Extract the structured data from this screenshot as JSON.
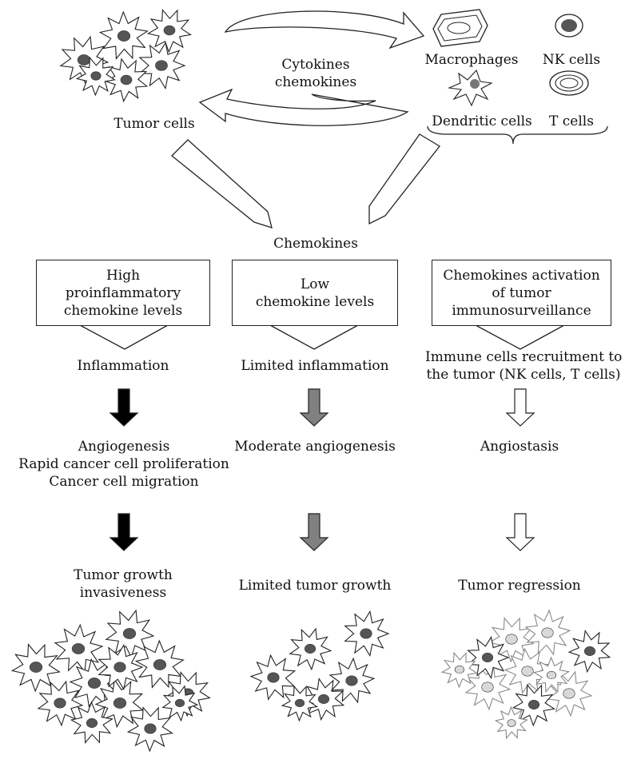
{
  "top": {
    "tumor_cells": "Tumor cells",
    "cytokines_line1": "Cytokines",
    "cytokines_line2": "chemokines",
    "macrophages": "Macrophages",
    "nk_cells": "NK cells",
    "dendritic_cells": "Dendritic cells",
    "t_cells": "T cells",
    "chemokines": "Chemokines"
  },
  "columns": [
    {
      "box_lines": [
        "High",
        "proinflammatory",
        "chemokine levels"
      ],
      "step1_lines": [
        "Inflammation"
      ],
      "step2_lines": [
        "Angiogenesis",
        "Rapid cancer cell proliferation",
        "Cancer cell migration"
      ],
      "outcome_lines": [
        "Tumor growth",
        "invasiveness"
      ],
      "arrow_fill": "#000000"
    },
    {
      "box_lines": [
        "Low",
        "chemokine levels"
      ],
      "step1_lines": [
        "Limited inflammation"
      ],
      "step2_lines": [
        "Moderate angiogenesis"
      ],
      "outcome_lines": [
        "Limited tumor growth"
      ],
      "arrow_fill": "#808080"
    },
    {
      "box_lines": [
        "Chemokines activation",
        "of tumor",
        "immunosurveillance"
      ],
      "step1_lines": [
        "Immune cells recruitment to",
        "the tumor (NK cells, T cells)"
      ],
      "step2_lines": [
        "Angiostasis"
      ],
      "outcome_lines": [
        "Tumor regression"
      ],
      "arrow_fill": "#ffffff"
    }
  ],
  "colors": {
    "nucleus": "#555555",
    "regressing_nucleus": "#d8d8d8",
    "outline": "#222222"
  }
}
